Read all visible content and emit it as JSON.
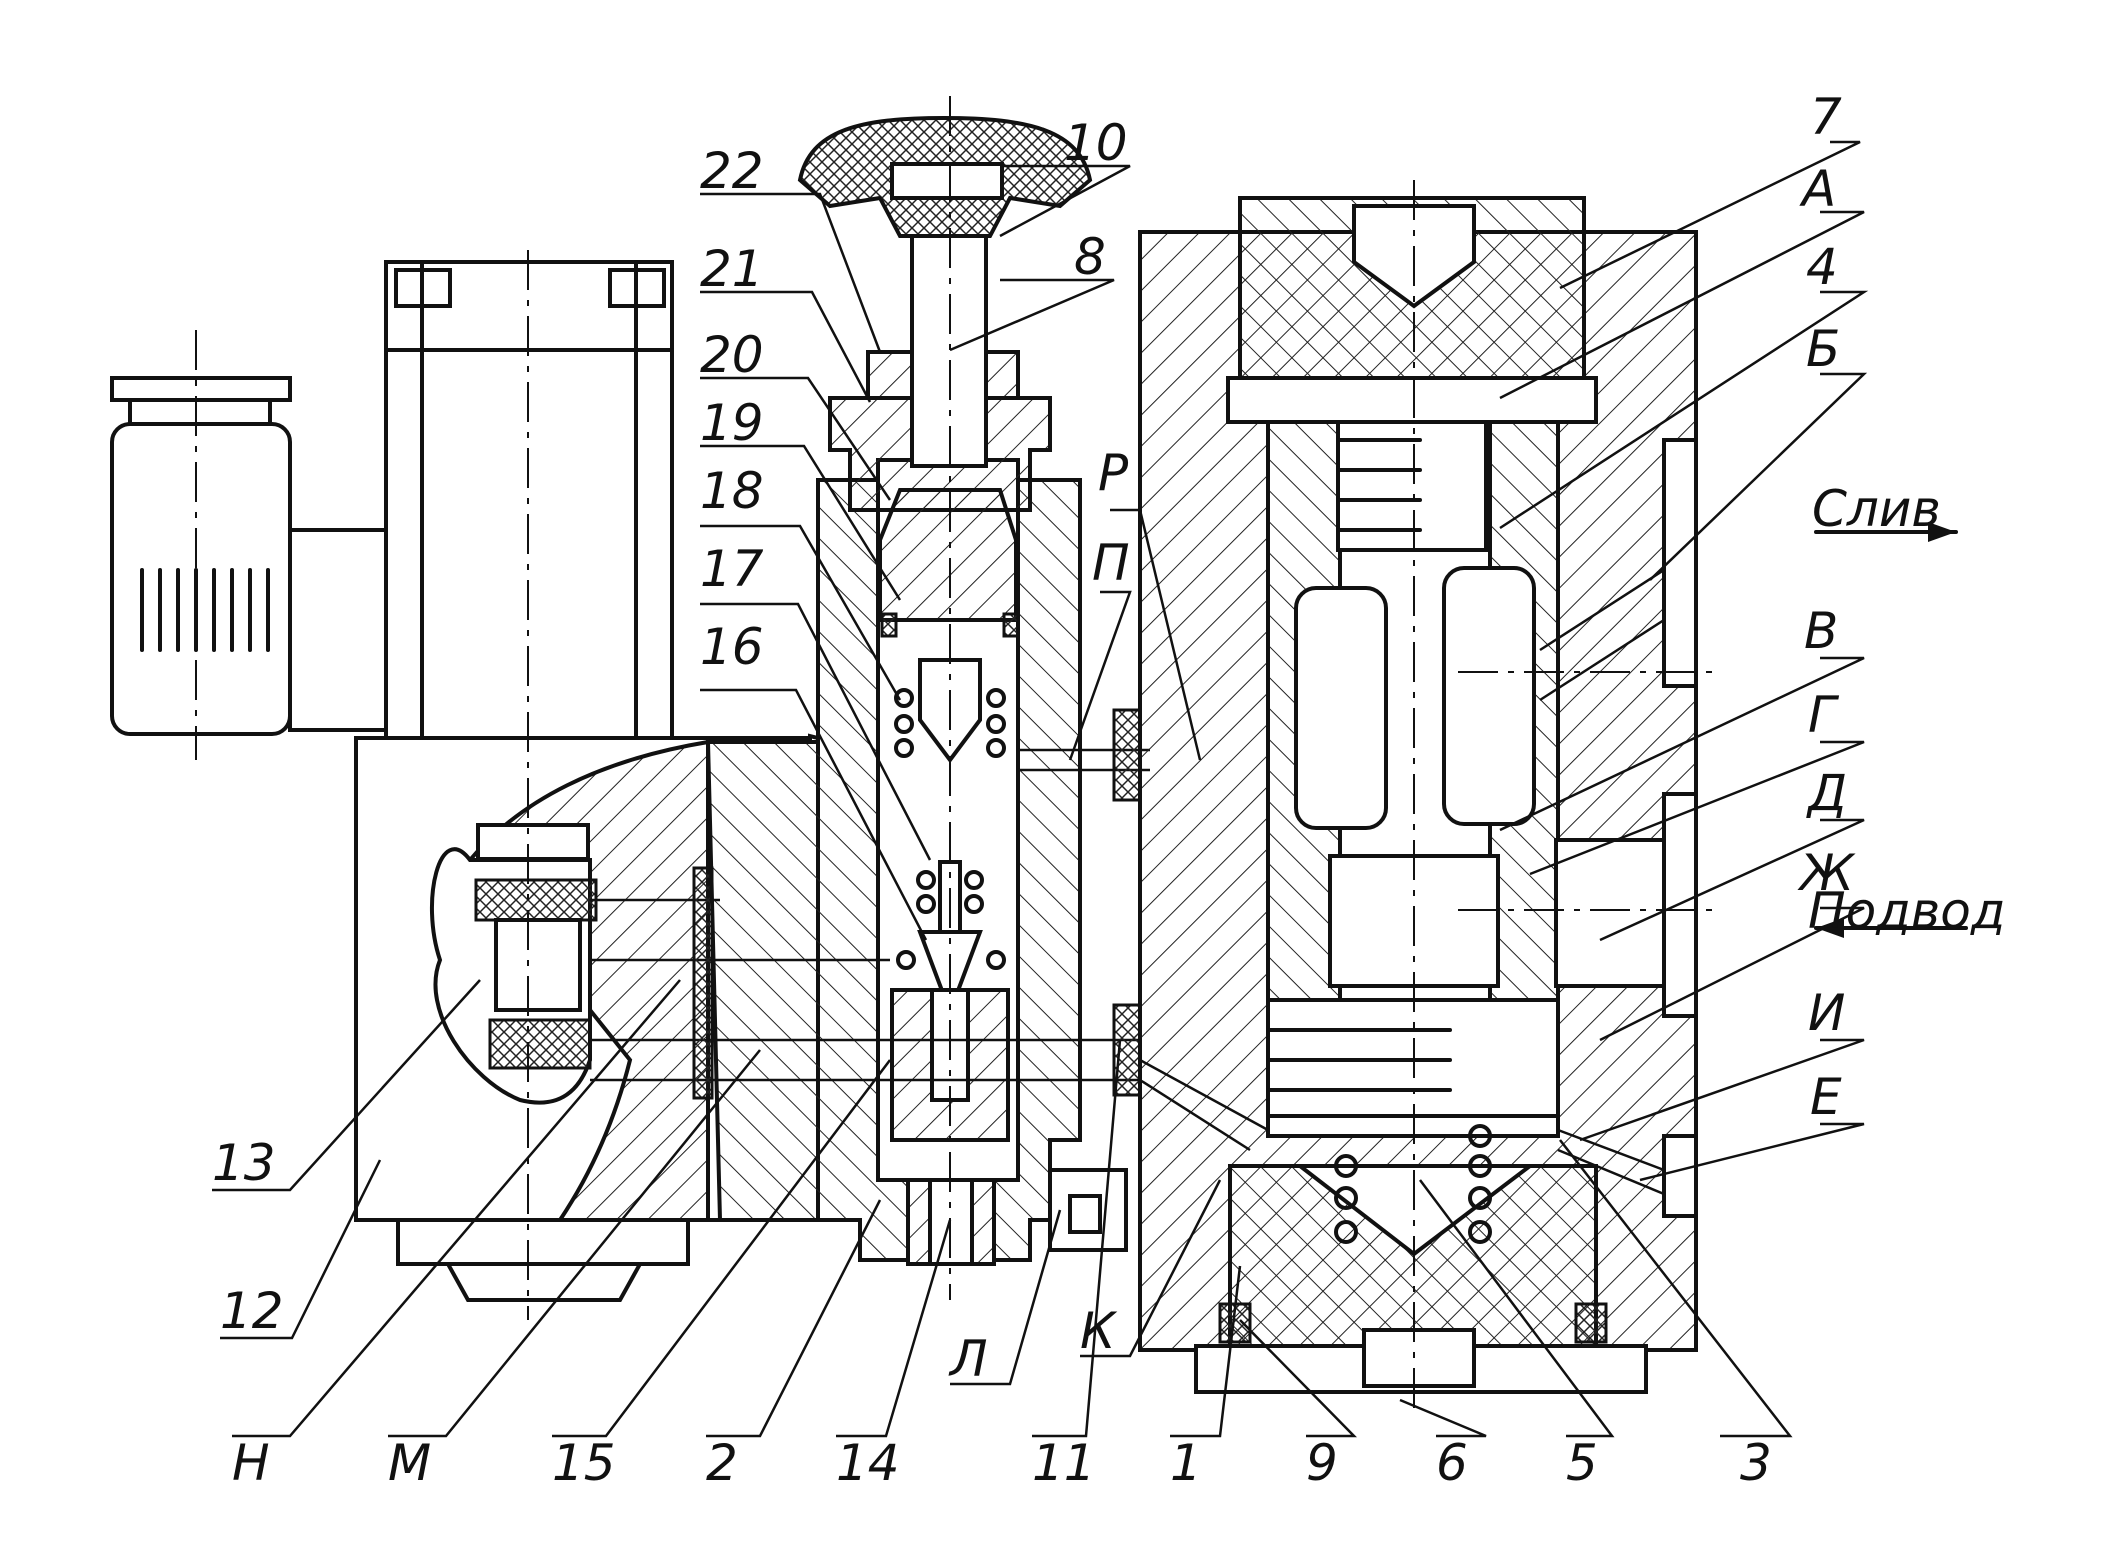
{
  "labels": {
    "l1": "1",
    "l2": "2",
    "l3": "3",
    "l4": "4",
    "l5": "5",
    "l6": "6",
    "l7": "7",
    "l8": "8",
    "l9": "9",
    "l10": "10",
    "l11": "11",
    "l12": "12",
    "l13": "13",
    "l14": "14",
    "l15": "15",
    "l16": "16",
    "l17": "17",
    "l18": "18",
    "l19": "19",
    "l20": "20",
    "l21": "21",
    "l22": "22",
    "A": "А",
    "B": "Б",
    "V": "В",
    "G": "Г",
    "D": "Д",
    "Zh": "Ж",
    "I": "И",
    "E": "Е",
    "R": "Р",
    "P": "П",
    "L": "Л",
    "K": "К",
    "M": "М",
    "N": "Н"
  },
  "flow": {
    "drain": "Слив",
    "supply": "Подвод"
  }
}
